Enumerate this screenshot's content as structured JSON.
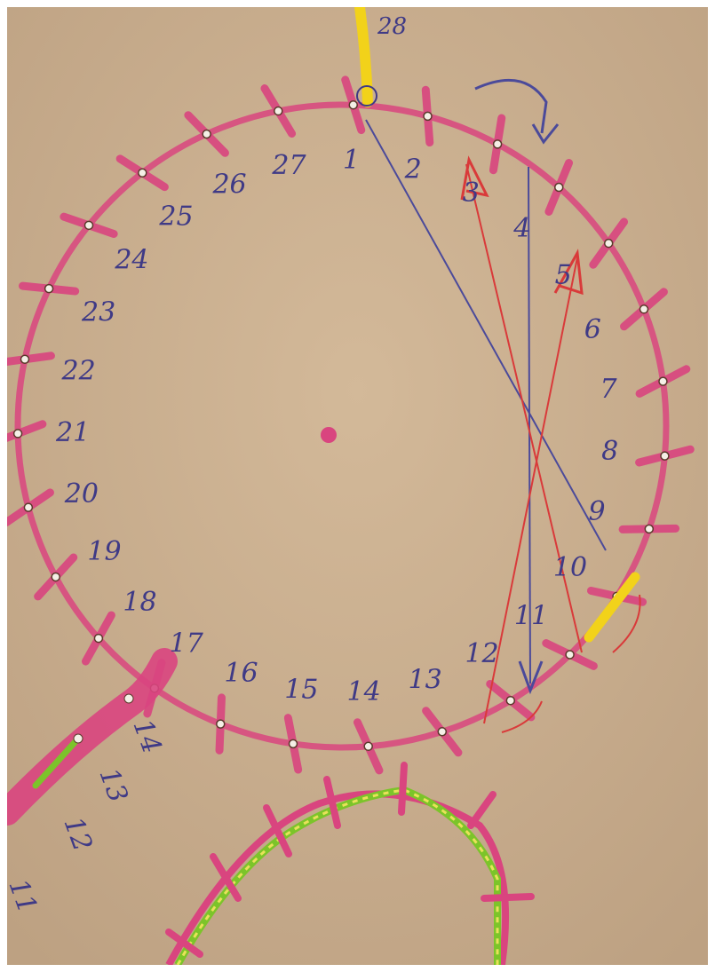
{
  "photo": {
    "subject": "card",
    "colors": {
      "cardboard": "#c9ae8f",
      "pink_marker": "#d9457f",
      "blue_pen": "#3f3a86",
      "red_pen": "#d93a3a",
      "yellow_thread": "#f2d21a",
      "green_thread": "#7cc42a"
    }
  },
  "main_circle": {
    "numbers": [
      "1",
      "2",
      "3",
      "4",
      "5",
      "6",
      "7",
      "8",
      "9",
      "10",
      "11",
      "12",
      "13",
      "14",
      "15",
      "16",
      "17",
      "18",
      "19",
      "20",
      "21",
      "22",
      "23",
      "24",
      "25",
      "26",
      "27",
      "28"
    ]
  },
  "second_circle": {
    "numbers": [
      "14",
      "13",
      "12",
      "11"
    ]
  }
}
